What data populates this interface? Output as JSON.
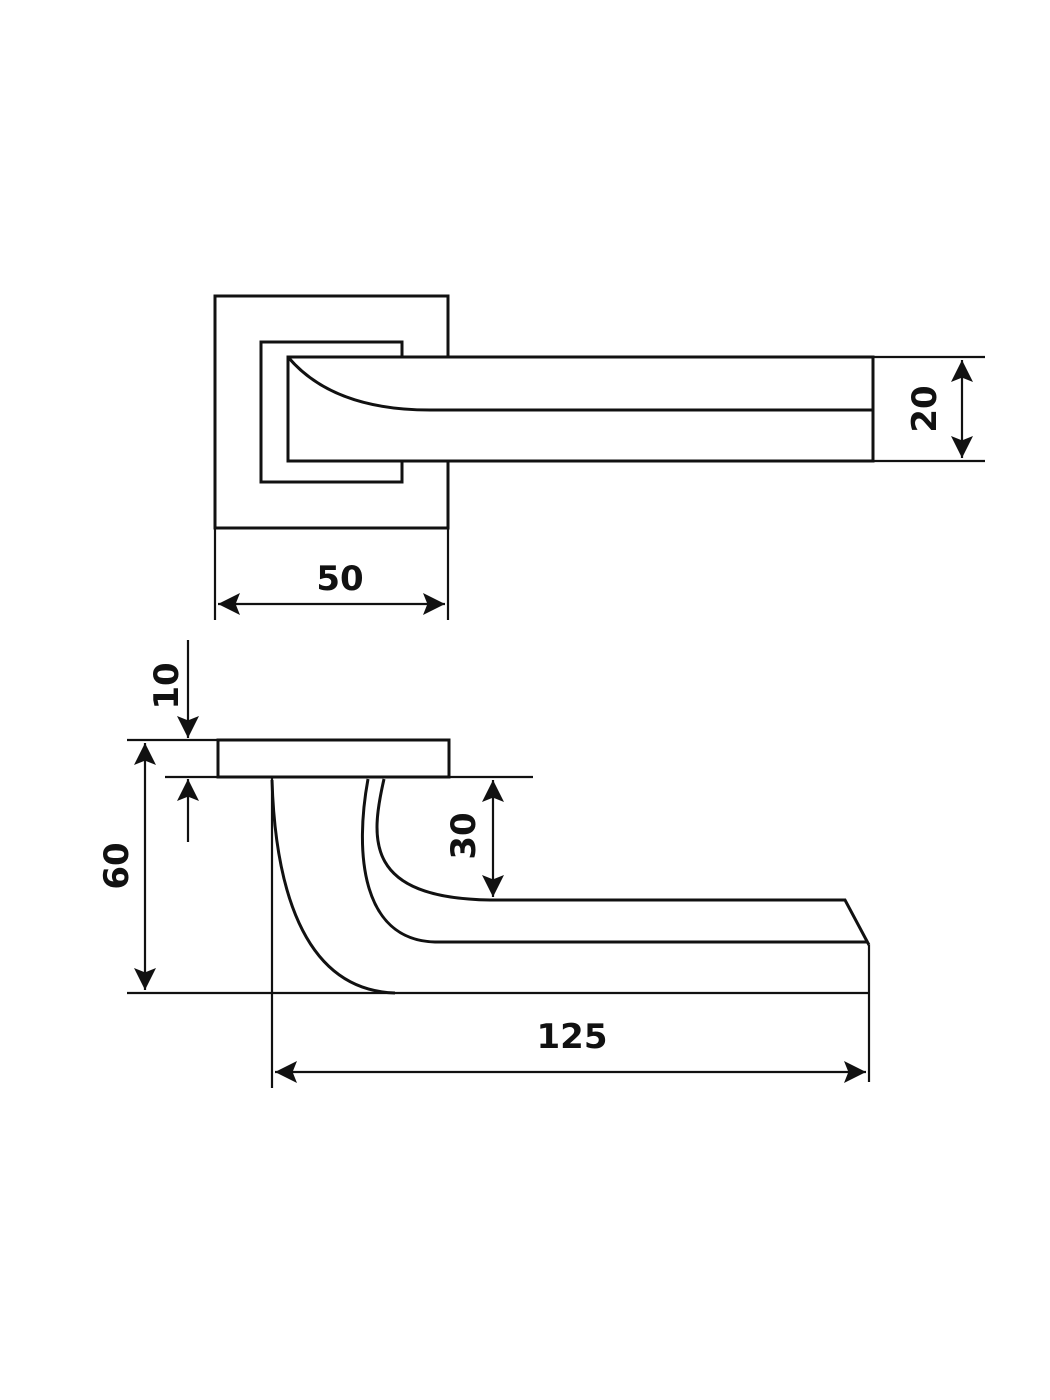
{
  "top_view": {
    "width_label": "50",
    "height_label": "20"
  },
  "side_view": {
    "rose_thickness_label": "10",
    "total_height_label": "60",
    "lever_clearance_label": "30",
    "length_label": "125"
  },
  "colors": {
    "line": "#111111",
    "background": "#ffffff"
  }
}
